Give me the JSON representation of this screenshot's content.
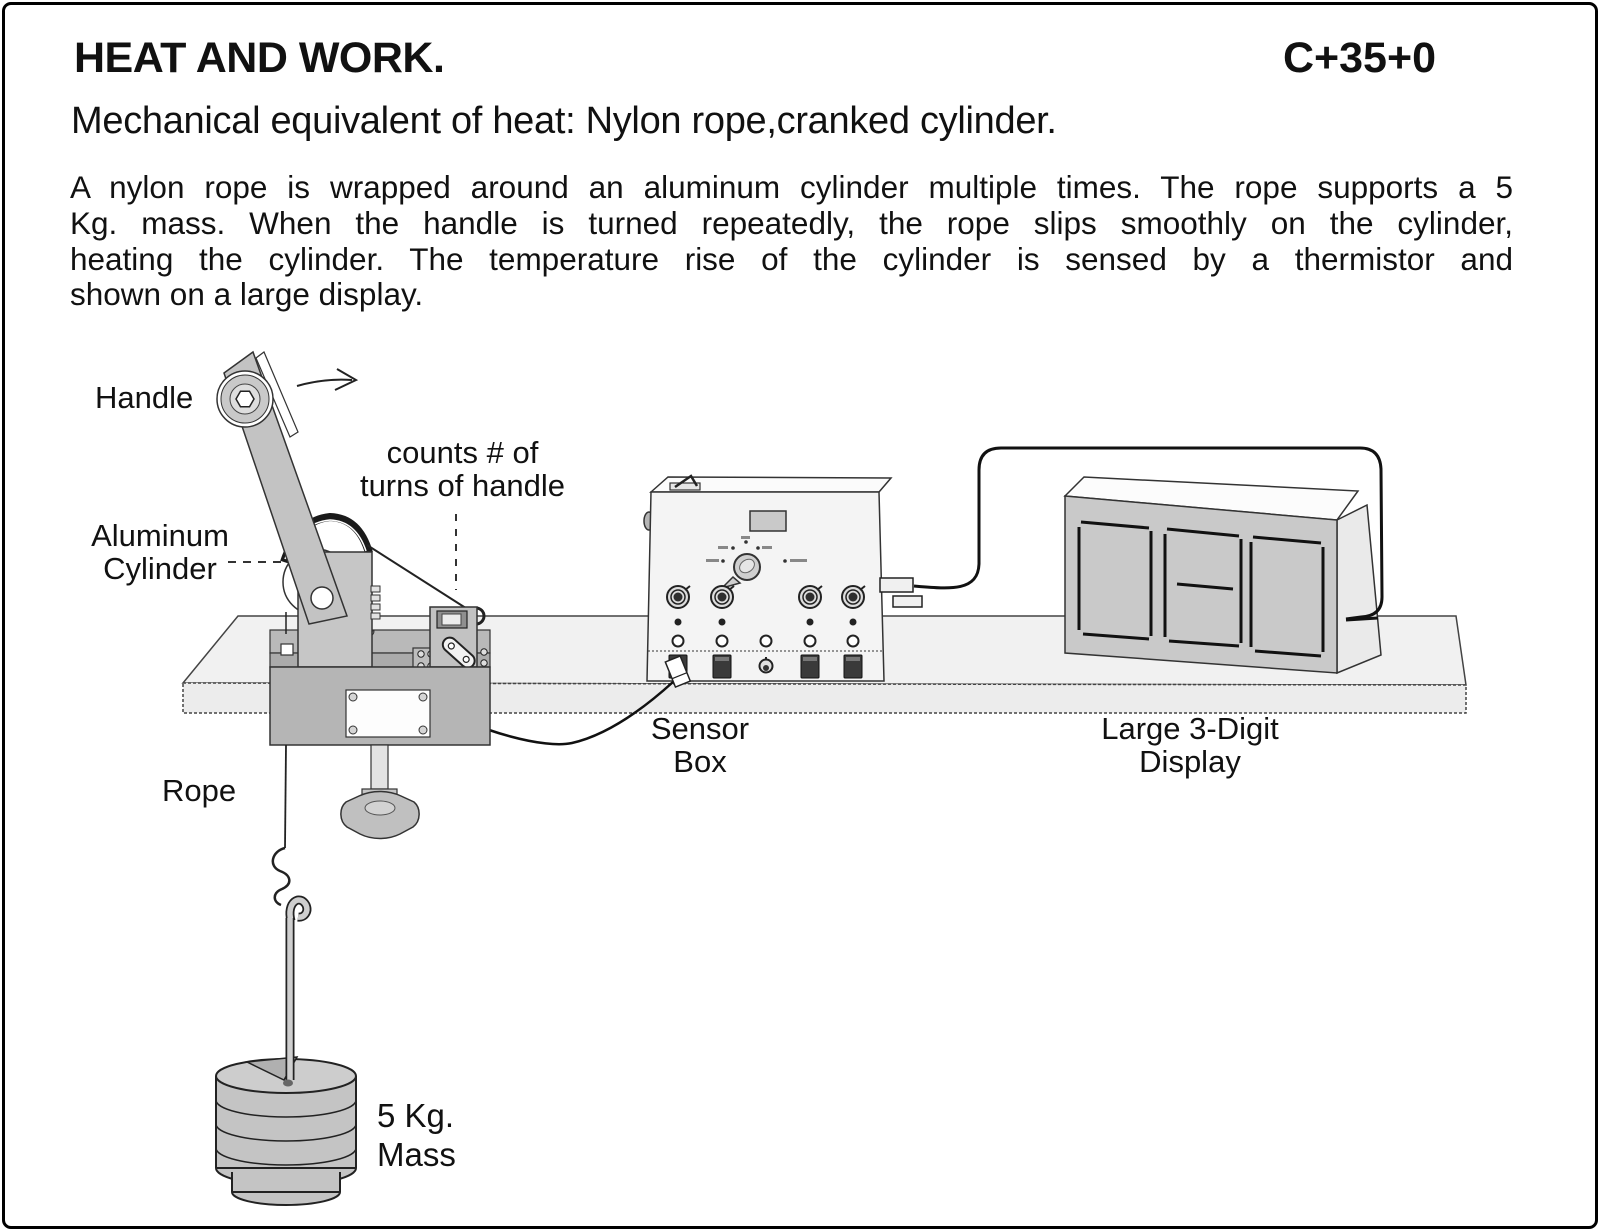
{
  "header": {
    "title": "HEAT AND WORK.",
    "code": "C+35+0",
    "subtitle": "Mechanical equivalent of heat: Nylon rope,cranked cylinder."
  },
  "description": {
    "lines": [
      "A nylon rope is wrapped around an aluminum cylinder multiple times. The rope supports a 5",
      "Kg. mass. When the handle is turned repeatedly, the rope slips smoothly on the cylinder,",
      "heating the cylinder.  The temperature rise of the cylinder is sensed by a thermistor and",
      "shown on a large display."
    ]
  },
  "diagram": {
    "labels": {
      "handle": "Handle",
      "counter_l1": "counts # of",
      "counter_l2": "turns of handle",
      "cylinder_l1": "Aluminum",
      "cylinder_l2": "Cylinder",
      "rope": "Rope",
      "sensor_l1": "Sensor",
      "sensor_l2": "Box",
      "display_l1": "Large 3-Digit",
      "display_l2": "Display",
      "mass_l1": "5 Kg.",
      "mass_l2": "Mass"
    },
    "colors": {
      "ink": "#111111",
      "bench": "#f1f1f1",
      "apparatus_light": "#f4f4f4",
      "apparatus_mid": "#c6c6c6",
      "apparatus_dark": "#b3b3b3",
      "white": "#ffffff"
    }
  }
}
